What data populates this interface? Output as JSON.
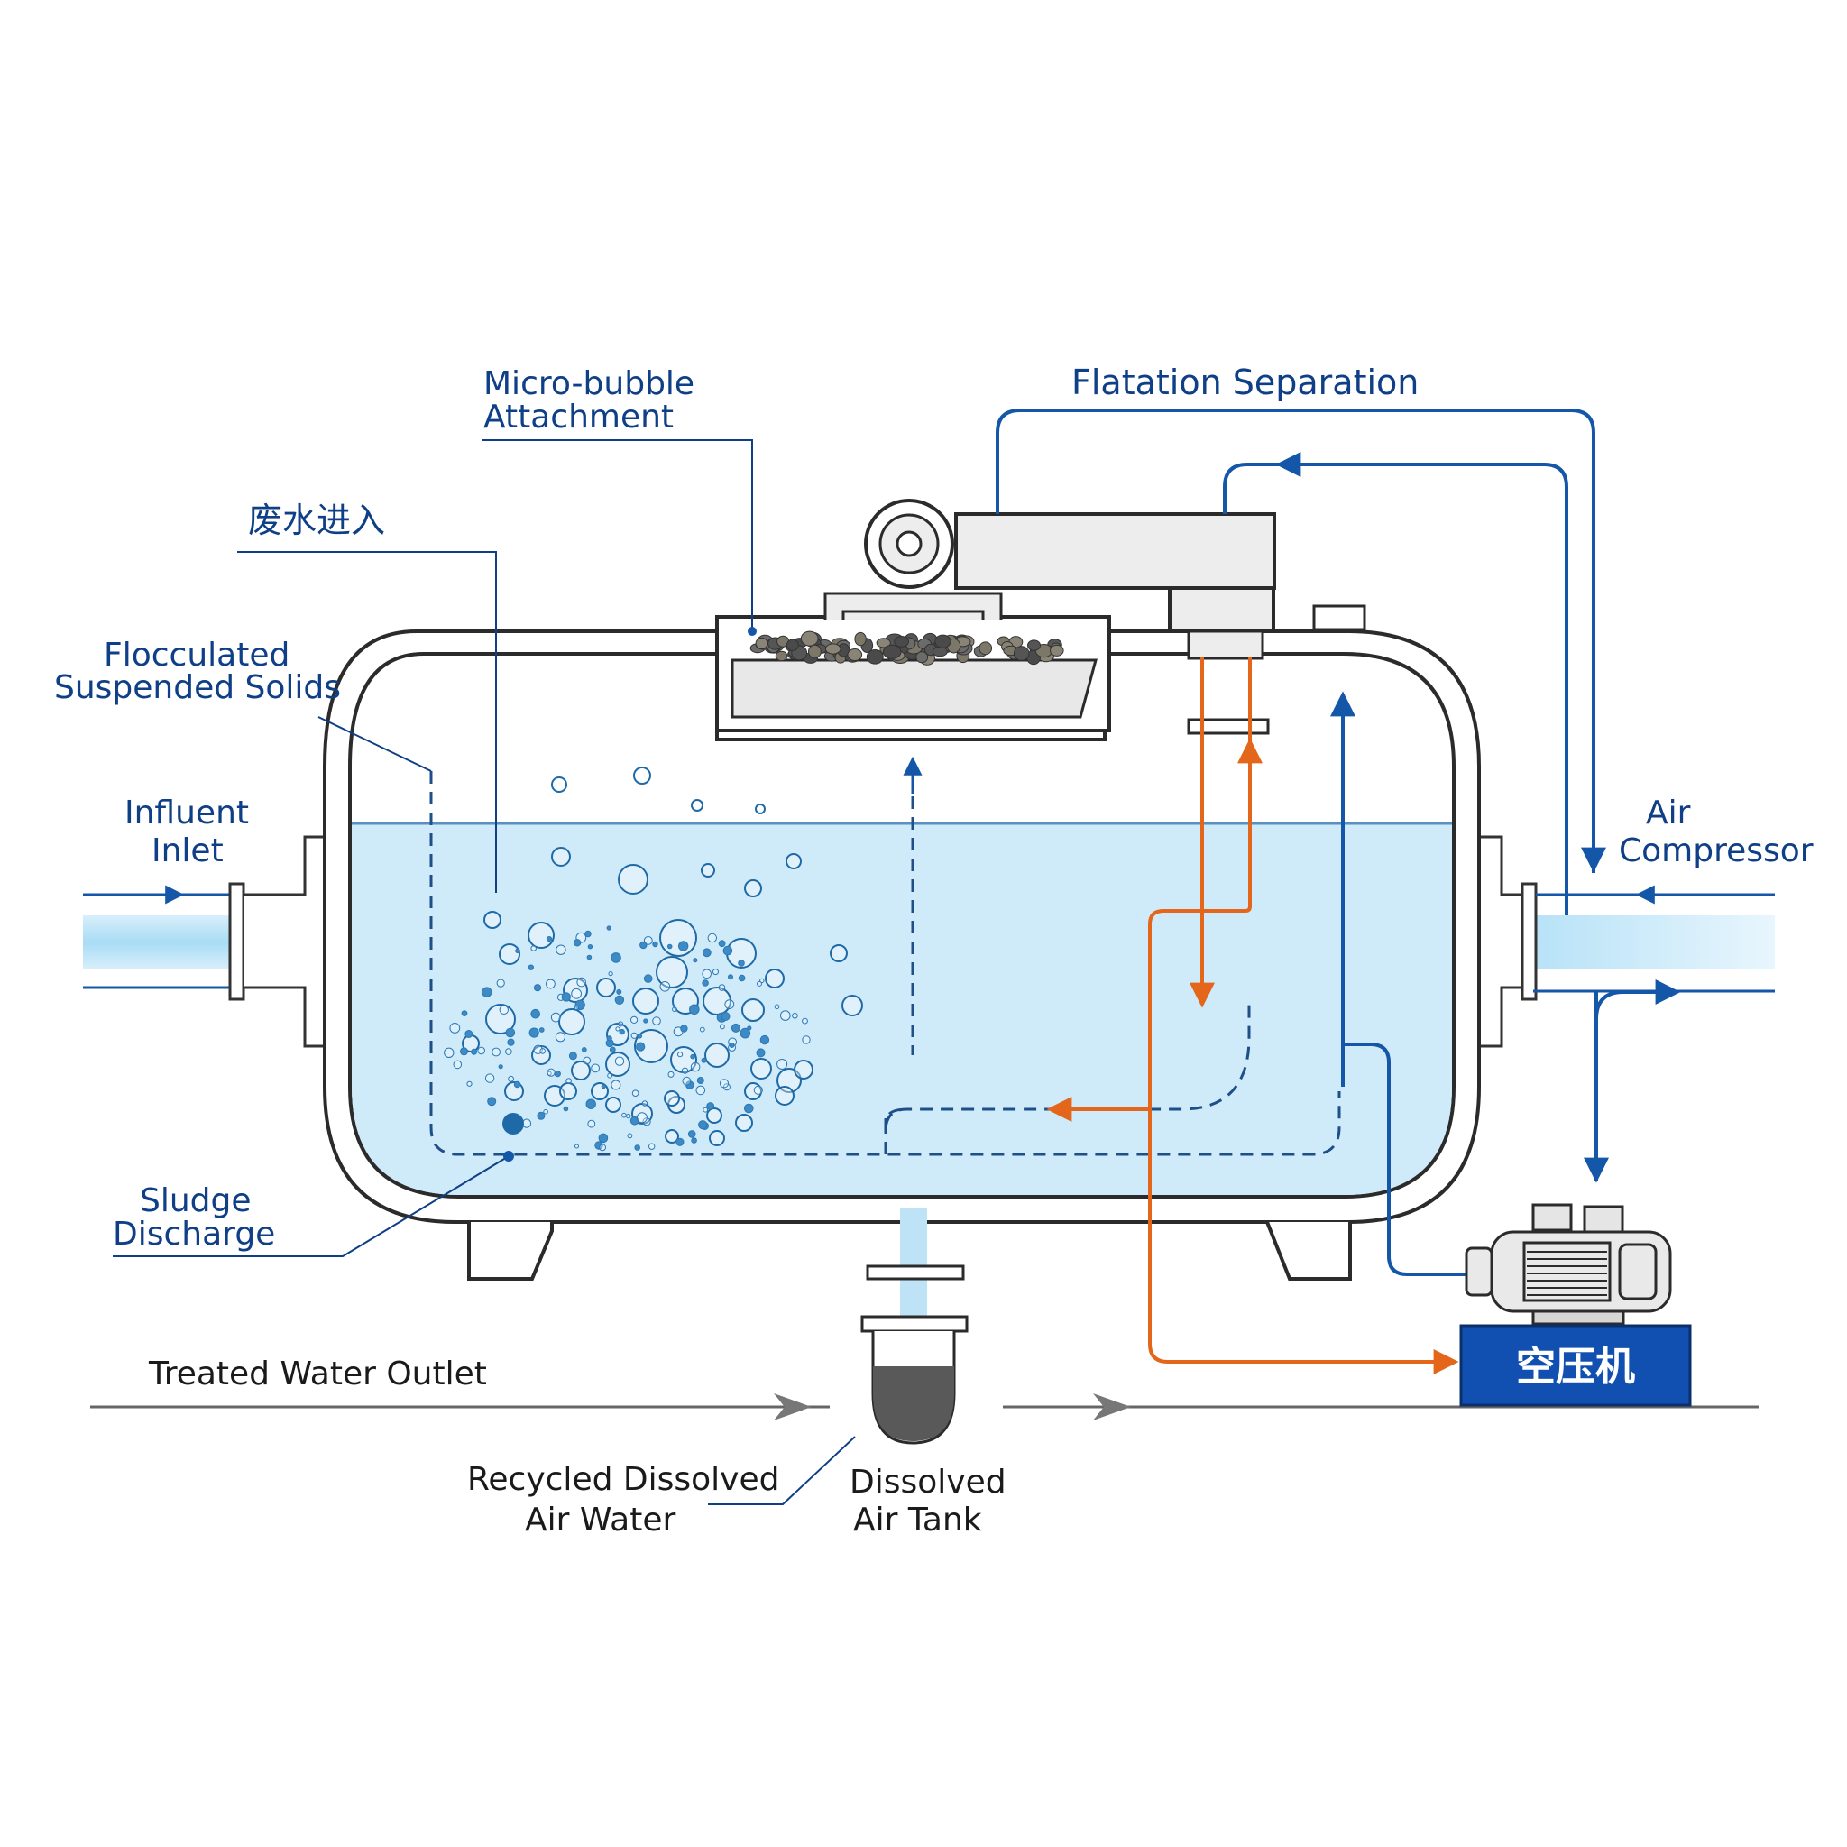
{
  "labels": {
    "micro_bubble_line1": "Micro-bubble",
    "micro_bubble_line2": "Attachment",
    "flotation_separation": "Flatation Separation",
    "wastewater_in": "废水进入",
    "flocculated_line1": "Flocculated",
    "flocculated_line2": "Suspended Solids",
    "influent_line1": "Influent",
    "influent_line2": "Inlet",
    "air_compressor_line1": "Air",
    "air_compressor_line2": "Compressor",
    "sludge_line1": "Sludge",
    "sludge_line2": "Discharge",
    "treated_outlet": "Treated Water Outlet",
    "recycled_line1": "Recycled Dissolved",
    "recycled_line2": "Air Water",
    "dissolved_tank_line1": "Dissolved",
    "dissolved_tank_line2": "Air Tank",
    "compressor_box": "空压机"
  },
  "colors": {
    "blue_line": "#1456a8",
    "dark_blue_text": "#0f3f86",
    "water": "#cfeaf9",
    "pipe_fill": "#bfe3f6",
    "orange": "#e4661b",
    "compressor_box": "#1150b0",
    "grey_line": "#666666"
  }
}
